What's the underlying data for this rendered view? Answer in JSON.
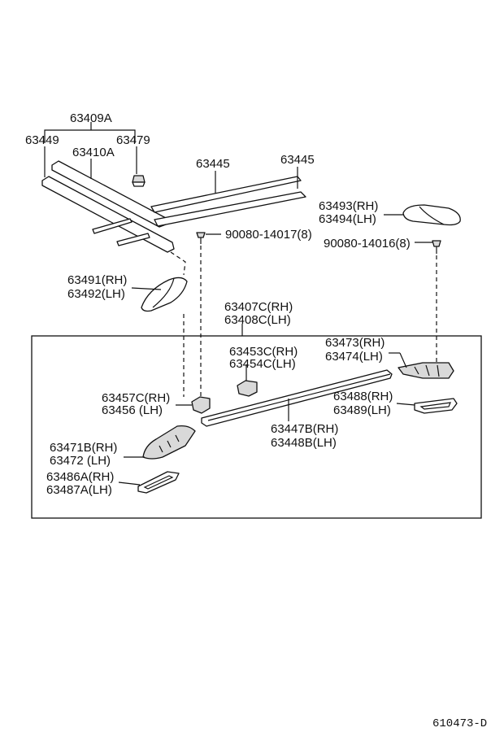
{
  "labels": {
    "l_63409A": "63409A",
    "l_63449": "63449",
    "l_63479": "63479",
    "l_63410A": "63410A",
    "l_63445_a": "63445",
    "l_63445_b": "63445",
    "l_63493": "63493(RH)",
    "l_63494": "63494(LH)",
    "l_90080_14017": "90080-14017(8)",
    "l_90080_14016": "90080-14016(8)",
    "l_63491": "63491(RH)",
    "l_63492": "63492(LH)",
    "l_63407C": "63407C(RH)",
    "l_63408C": "63408C(LH)",
    "l_63473": "63473(RH)",
    "l_63474": "63474(LH)",
    "l_63453C": "63453C(RH)",
    "l_63454C": "63454C(LH)",
    "l_63457C": "63457C(RH)",
    "l_63456": "63456 (LH)",
    "l_63488": "63488(RH)",
    "l_63489": "63489(LH)",
    "l_63447B": "63447B(RH)",
    "l_63448B": "63448B(LH)",
    "l_63471B": "63471B(RH)",
    "l_63472": "63472 (LH)",
    "l_63486A": "63486A(RH)",
    "l_63487A": "63487A(LH)"
  },
  "diagram_code": "610473-D"
}
